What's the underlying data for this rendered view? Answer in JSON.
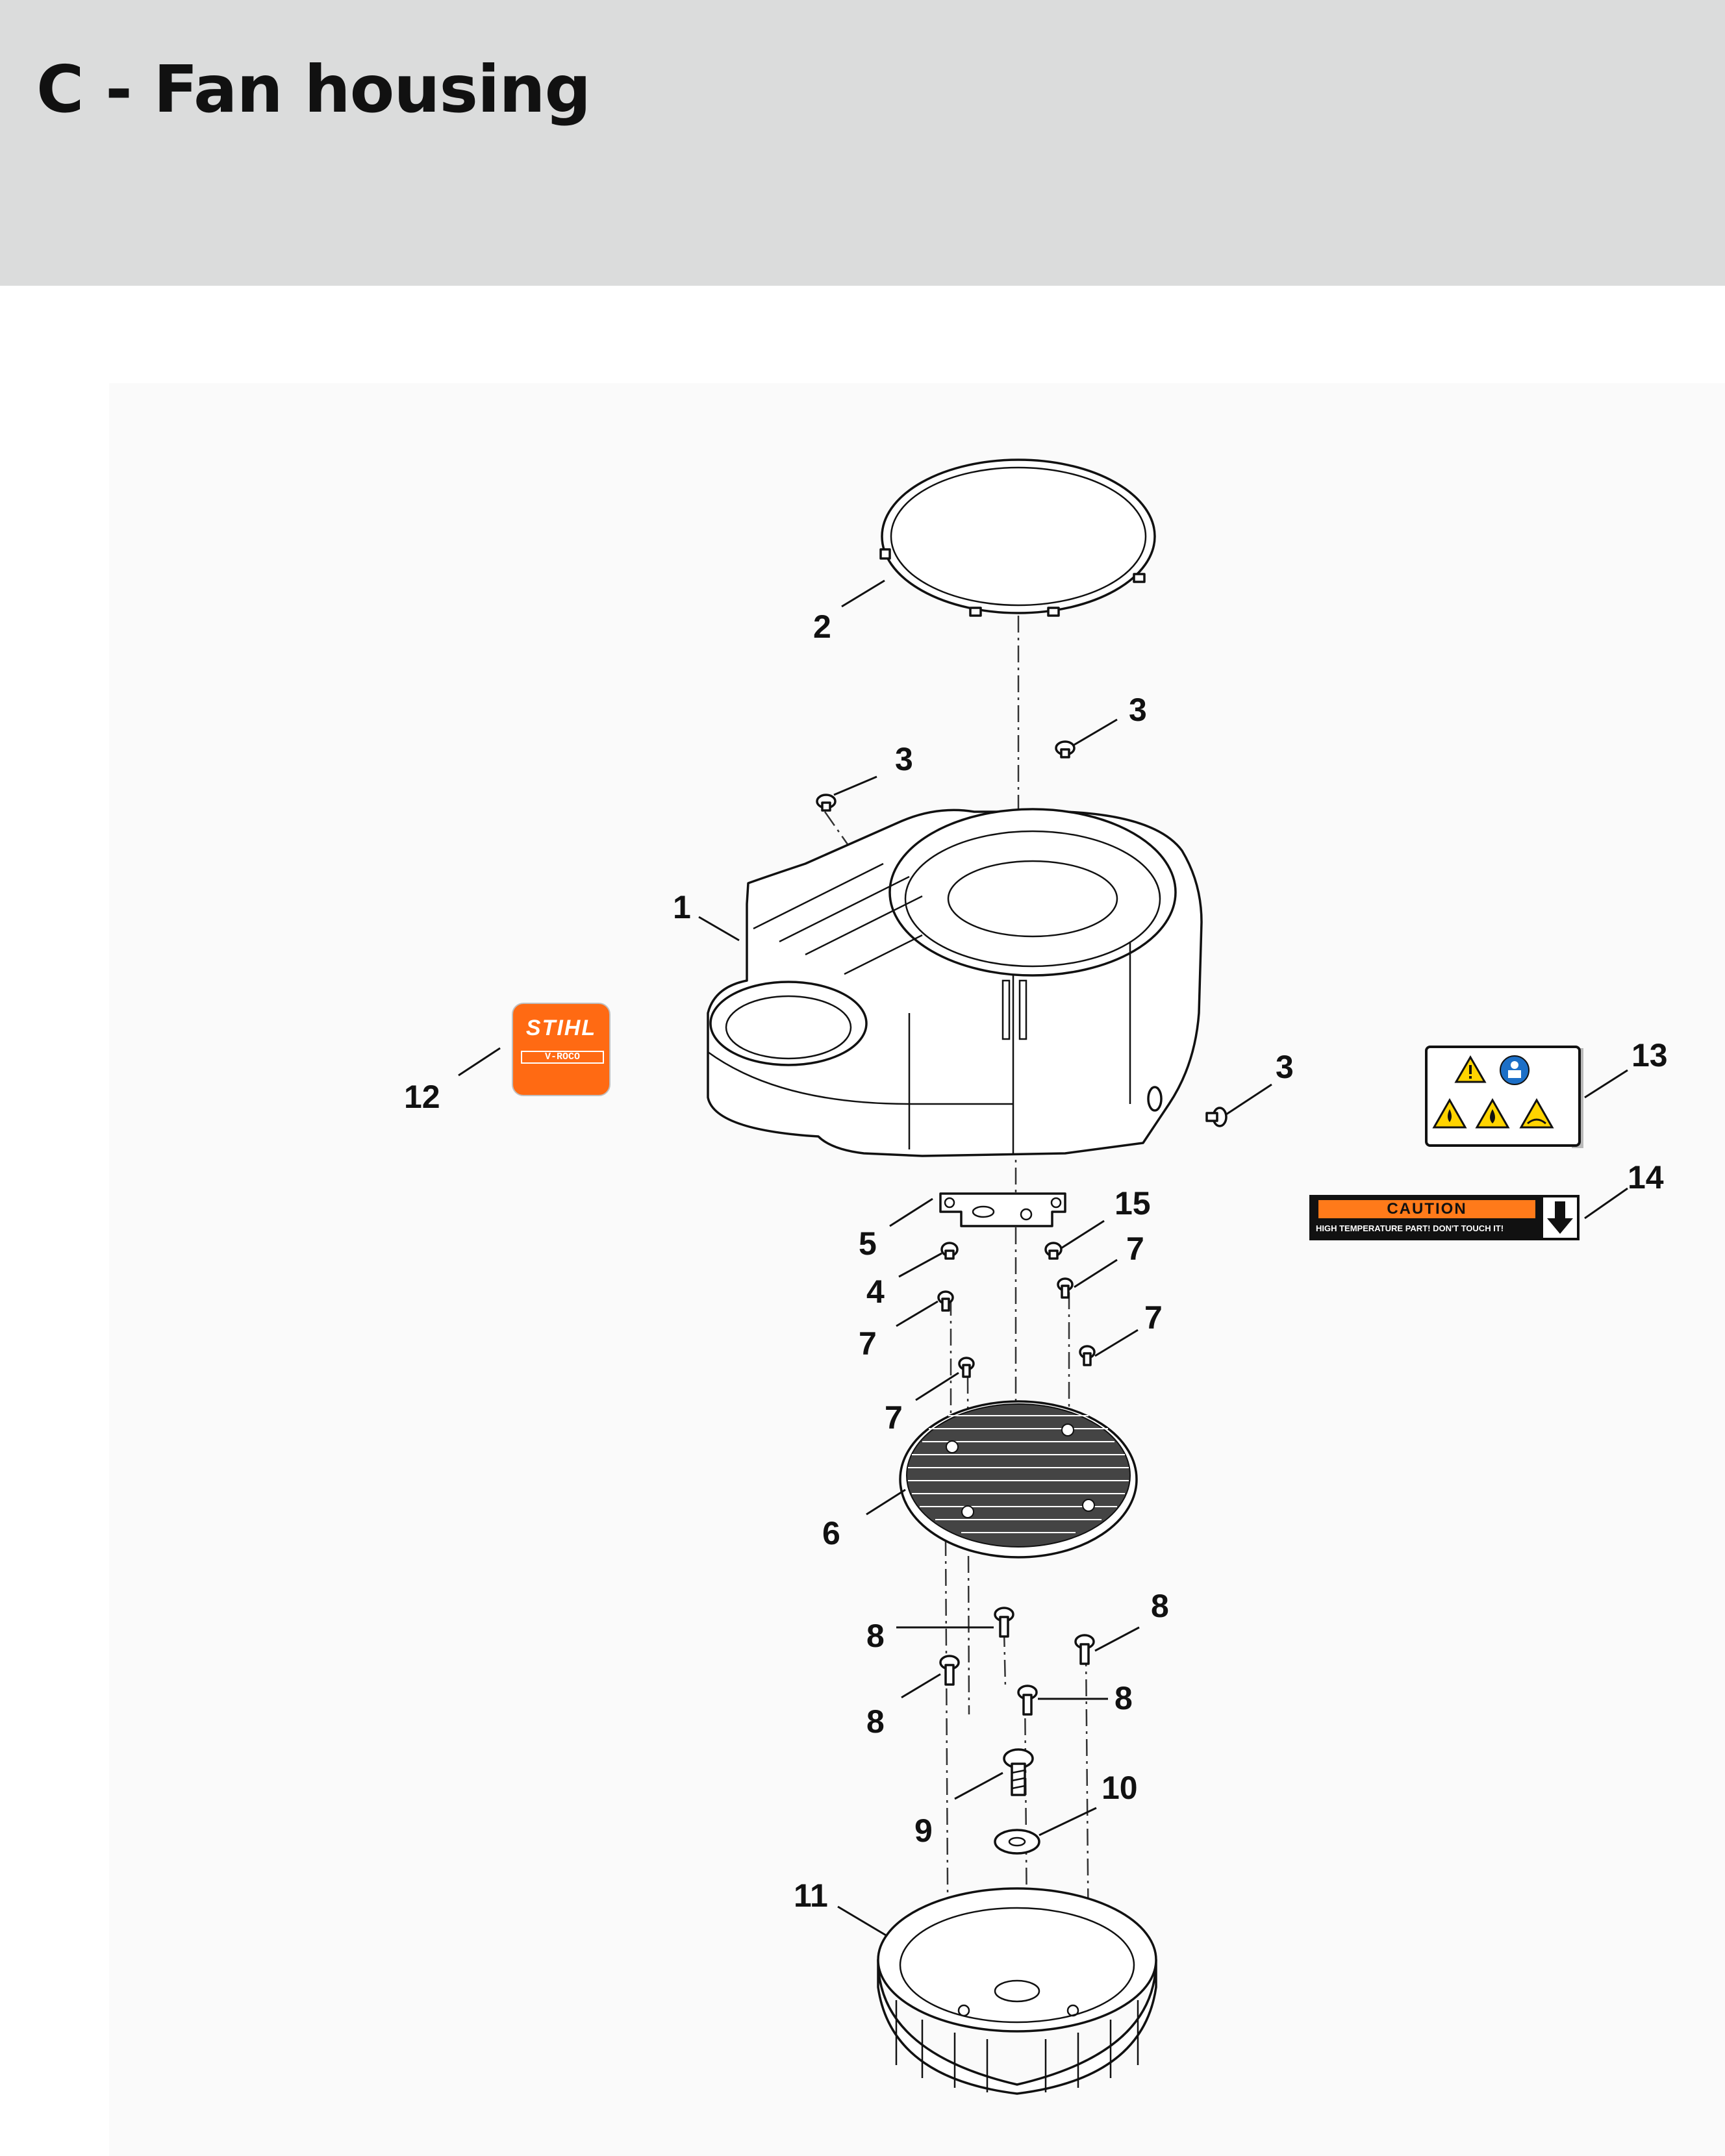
{
  "page": {
    "title": "C - Fan housing"
  },
  "decals": {
    "brand_decal": {
      "brand": "STIHL",
      "model": "V-ROCO"
    },
    "caution_label": {
      "word": "CAUTION",
      "message": "HIGH TEMPERATURE PART! DON'T TOUCH IT!"
    },
    "warning_label": {
      "icons": [
        "warning-triangle-icon",
        "read-manual-icon",
        "fire-hazard-icon",
        "flame-hazard-icon",
        "hot-surface-hand-icon"
      ]
    }
  },
  "callouts": {
    "c1": "1",
    "c2": "2",
    "c3a": "3",
    "c3b": "3",
    "c3c": "3",
    "c4": "4",
    "c5": "5",
    "c6": "6",
    "c7a": "7",
    "c7b": "7",
    "c7c": "7",
    "c7d": "7",
    "c8a": "8",
    "c8b": "8",
    "c8c": "8",
    "c8d": "8",
    "c9": "9",
    "c10": "10",
    "c11": "11",
    "c12": "12",
    "c13": "13",
    "c14": "14",
    "c15": "15"
  },
  "colors": {
    "header_bg": "#dbdcdc",
    "brand_orange": "#ff6a13",
    "caution_orange": "#ff7a1a",
    "ink": "#111111"
  }
}
